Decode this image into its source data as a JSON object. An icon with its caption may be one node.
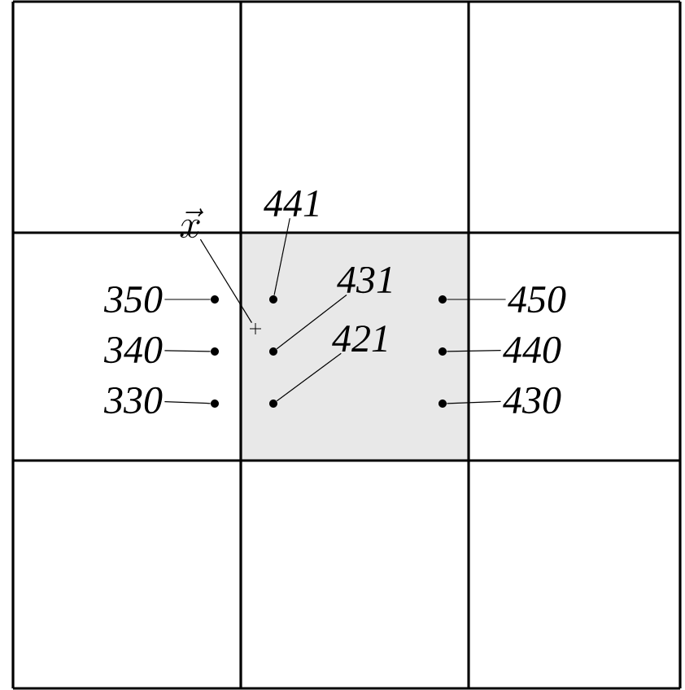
{
  "diagram": {
    "nodes": [
      {
        "text": [
          "\\vec{x}"
        ]
      },
      {
        "text": [],
        "shape": "cross"
      },
      {
        "text": [
          "441"
        ]
      },
      {
        "text": [],
        "shape": "circle"
      },
      {
        "text": [
          "431"
        ]
      },
      {
        "text": [],
        "shape": "circle"
      },
      {
        "text": [
          "421"
        ]
      },
      {
        "text": [],
        "shape": "circle"
      },
      {
        "text": [
          "350"
        ]
      },
      {
        "text": [],
        "shape": "circle"
      },
      {
        "text": [
          "340"
        ]
      },
      {
        "text": [],
        "shape": "circle"
      },
      {
        "text": [
          "330"
        ]
      },
      {
        "text": [],
        "shape": "circle"
      },
      {
        "text": [
          "450"
        ]
      },
      {
        "text": [],
        "shape": "circle"
      },
      {
        "text": [
          "440"
        ]
      },
      {
        "text": [],
        "shape": "circle"
      },
      {
        "text": [
          "430"
        ]
      },
      {
        "text": [],
        "shape": "circle"
      }
    ],
    "edges": [
      {
        "from": 0,
        "to": 1,
        "arrow": "none"
      },
      {
        "from": 2,
        "to": 3,
        "arrow": "none"
      },
      {
        "from": 4,
        "to": 5,
        "arrow": "none"
      },
      {
        "from": 6,
        "to": 7,
        "arrow": "none"
      },
      {
        "from": 8,
        "to": 9,
        "arrow": "none"
      },
      {
        "from": 10,
        "to": 11,
        "arrow": "none"
      },
      {
        "from": 12,
        "to": 13,
        "arrow": "none"
      },
      {
        "from": 14,
        "to": 15,
        "arrow": "none"
      },
      {
        "from": 16,
        "to": 17,
        "arrow": "none"
      },
      {
        "from": 18,
        "to": 19,
        "arrow": "none"
      }
    ]
  }
}
